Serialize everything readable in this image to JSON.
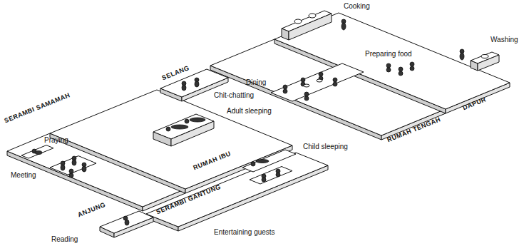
{
  "diagram": {
    "nodes": [
      {
        "text": [
          "SERAMBI SAMAMAH",
          "Praying",
          "Meeting"
        ]
      },
      {
        "text": [
          "RUMAH IBU",
          "Adult sleeping",
          "Child sleeping"
        ]
      },
      {
        "text": [
          "SERAMBI GANTUNG",
          "Entertaining guests"
        ]
      },
      {
        "text": [
          "ANJUNG",
          "Reading"
        ]
      },
      {
        "text": [
          "SELANG",
          "Chit-chatting"
        ]
      },
      {
        "text": [
          "RUMAH TENGAH",
          "Dining"
        ]
      },
      {
        "text": [
          "DAPUR",
          "Cooking",
          "Preparing food",
          "Washing"
        ]
      }
    ]
  }
}
